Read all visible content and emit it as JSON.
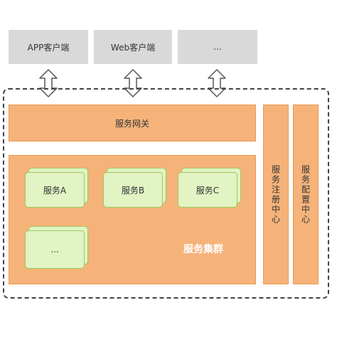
{
  "clients": [
    {
      "label": "APP客户端"
    },
    {
      "label": "Web客户端"
    },
    {
      "label": "..."
    }
  ],
  "gateway": {
    "label": "服务网关"
  },
  "cluster": {
    "label": "服务集群",
    "services": [
      {
        "label": "服务A"
      },
      {
        "label": "服务B"
      },
      {
        "label": "服务C"
      },
      {
        "label": "..."
      }
    ]
  },
  "side_panels": [
    {
      "label": "服务注册中心"
    },
    {
      "label": "服务配置中心"
    }
  ],
  "colors": {
    "client_fill": "#d9d9d9",
    "orange_fill": "#f5b37a",
    "service_fill": "#e2f3c4",
    "service_border": "#9acb5a"
  },
  "icons": [
    "double-arrow-icon"
  ]
}
